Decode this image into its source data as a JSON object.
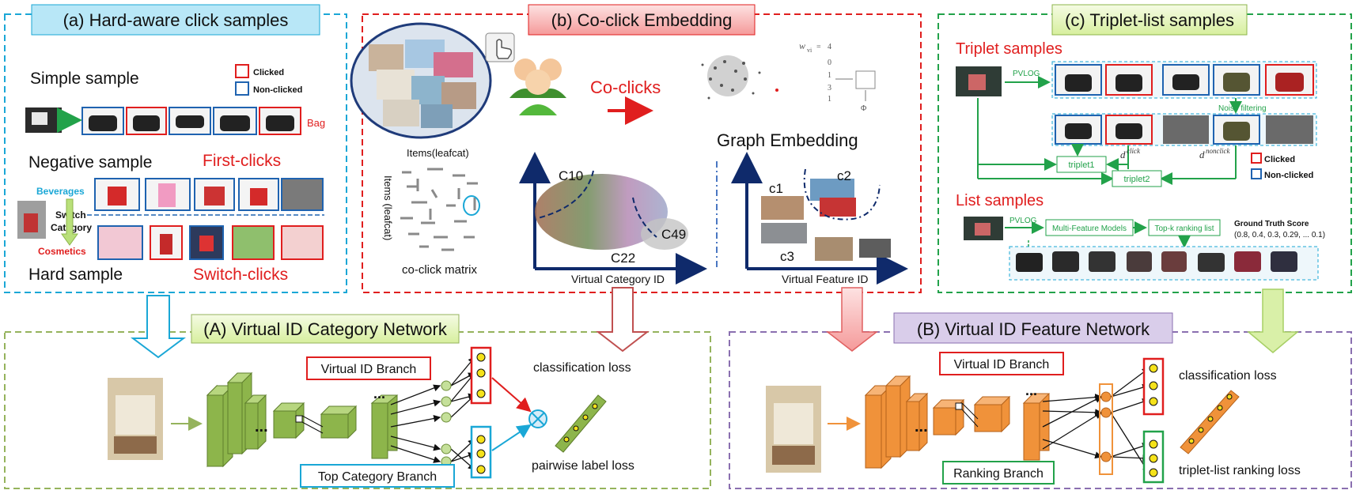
{
  "colors": {
    "blue_dash": "#1aa7d6",
    "red_dash": "#e01e1e",
    "green_dash": "#22a24a",
    "olive_dash": "#95b35c",
    "purple_dash": "#8a6fb0",
    "clicked": "#e01e1e",
    "nonclicked": "#1f63b0",
    "green_net": "#8db54b",
    "orange_net": "#f0923a"
  },
  "panel_a": {
    "title": "(a) Hard-aware click samples",
    "simple": "Simple sample",
    "negative": "Negative sample",
    "hard": "Hard sample",
    "first_clicks": "First-clicks",
    "switch_clicks": "Switch-clicks",
    "legend_clicked": "Clicked",
    "legend_nonclicked": "Non-clicked",
    "bag": "Bag",
    "beverages": "Beverages",
    "switch_cat_1": "Switch",
    "switch_cat_2": "Category",
    "cosmetics": "Cosmetics"
  },
  "panel_b": {
    "title": "(b) Co-click  Embedding",
    "coclicks": "Co-clicks",
    "graph_embedding": "Graph Embedding",
    "items_top": "Items(leafcat)",
    "items_side": "Items (leafcat)",
    "matrix": "co-click matrix",
    "c10": "C10",
    "c49": "C49",
    "c22": "C22",
    "vcat_id": "Virtual Category ID",
    "c1": "c1",
    "c2": "c2",
    "c3": "c3",
    "vfeat_id": "Virtual Feature ID"
  },
  "panel_c": {
    "title": "(c) Triplet-list samples",
    "triplet_samples": "Triplet samples",
    "pvlog": "PVLOG",
    "noise": "Noise filtering",
    "triplet1": "triplet1",
    "triplet2": "triplet2",
    "d_click": "d",
    "d_click_sup": "click",
    "d_nonclick": "d",
    "d_nonclick_sup": "nonclick",
    "legend_clicked": "Clicked",
    "legend_nonclicked": "Non-clicked",
    "list_samples": "List samples",
    "pvlog2": "PVLOG",
    "mfm": "Multi-Feature Models",
    "topk": "Top-k ranking list",
    "gt_title": "Ground Truth Score",
    "gt_values": "(0.8, 0.4, 0.3, 0.29, ... 0.1)"
  },
  "net_a": {
    "title": "(A) Virtual ID Category Network",
    "vid_branch": "Virtual ID Branch",
    "top_branch": "Top Category Branch",
    "cls_loss": "classification loss",
    "pair_loss": "pairwise label loss",
    "dots": "..."
  },
  "net_b": {
    "title": "(B) Virtual ID Feature Network",
    "vid_branch": "Virtual ID Branch",
    "rank_branch": "Ranking Branch",
    "cls_loss": "classification loss",
    "trip_loss": "triplet-list ranking loss",
    "dots": "..."
  }
}
